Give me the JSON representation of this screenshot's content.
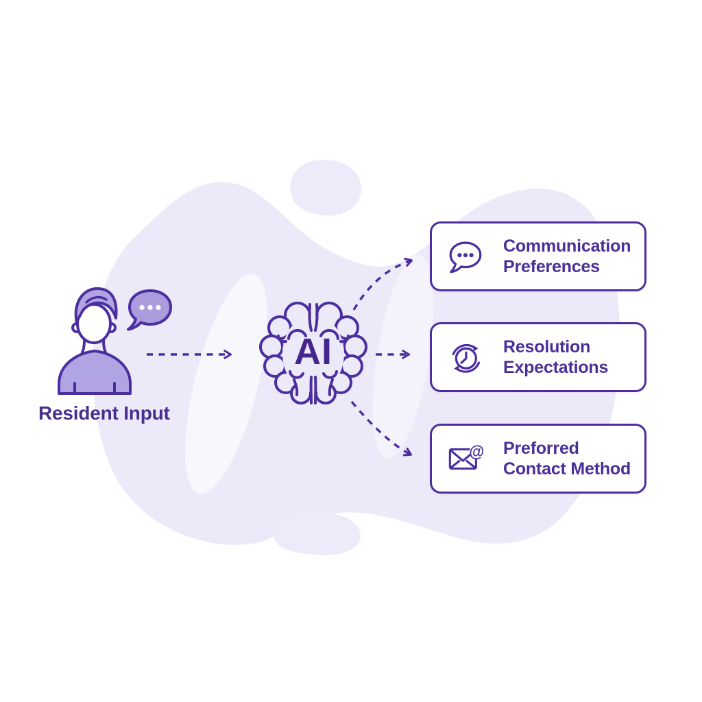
{
  "colors": {
    "accent_stroke": "#4B2EA0",
    "heading_text": "#472E8F",
    "box_text": "#4A2F97",
    "blob_background": "#ECEAF8",
    "figure_fill": "#B1A4E2",
    "speech_bubble_fill": "#AB9CDE",
    "box_background": "#FFFFFF"
  },
  "source": {
    "label": "Resident Input",
    "icons": [
      "person-icon",
      "speech-bubble-icon"
    ]
  },
  "processor": {
    "label": "AI",
    "icon": "brain-icon"
  },
  "outputs": [
    {
      "icon": "chat-bubble-icon",
      "line1": "Communication",
      "line2": "Preferences"
    },
    {
      "icon": "clock-history-icon",
      "line1": "Resolution",
      "line2": "Expectations"
    },
    {
      "icon": "email-at-icon",
      "line1": "Preforred",
      "line2": "Contact Method"
    }
  ],
  "glyphs": {
    "at_symbol": "@"
  },
  "edges": [
    {
      "from": "resident-input",
      "to": "ai-brain",
      "style": "dashed-arrow"
    },
    {
      "from": "ai-brain",
      "to": "communication-preferences",
      "style": "dashed-arrow"
    },
    {
      "from": "ai-brain",
      "to": "resolution-expectations",
      "style": "dashed-arrow"
    },
    {
      "from": "ai-brain",
      "to": "preforred-contact-method",
      "style": "dashed-arrow"
    }
  ]
}
